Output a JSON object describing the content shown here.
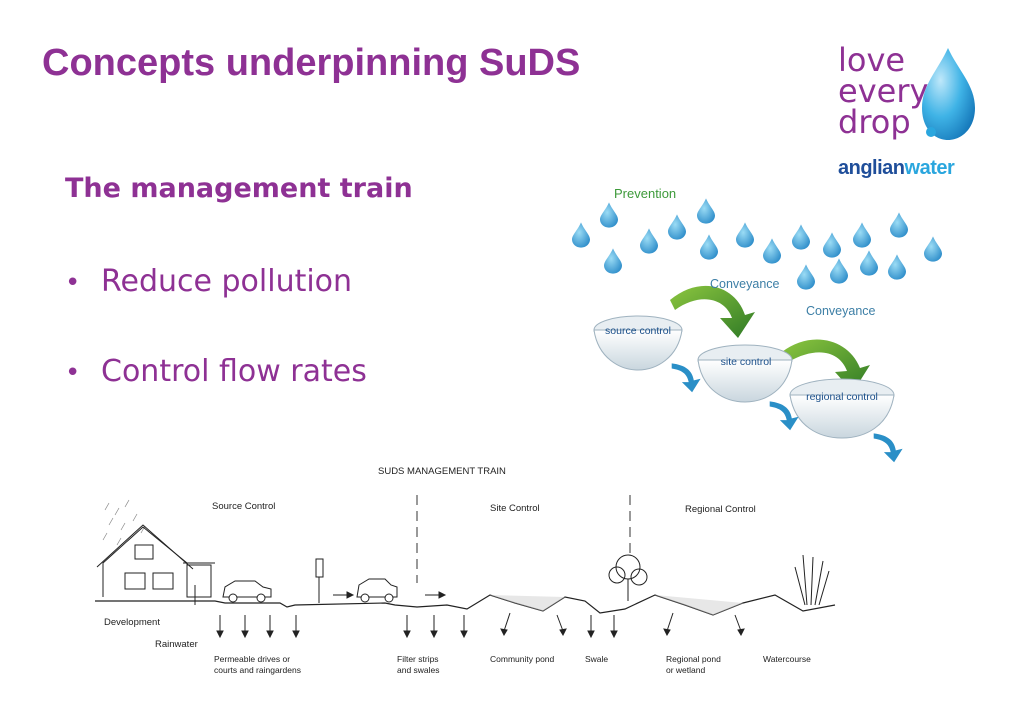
{
  "slide": {
    "title": "Concepts underpinning SuDS",
    "subtitle": "The management train",
    "bullets": [
      "Reduce pollution",
      "Control flow rates"
    ]
  },
  "logo": {
    "lines": [
      "love",
      "every",
      "drop"
    ],
    "brand_part1": "anglian",
    "brand_part2": "water"
  },
  "top_diagram": {
    "prevention": "Prevention",
    "conveyance_1": "Conveyance",
    "conveyance_2": "Conveyance",
    "bowls": [
      "source control",
      "site control",
      "regional control"
    ]
  },
  "bottom_diagram": {
    "title": "SUDS  MANAGEMENT TRAIN",
    "zones": [
      "Source Control",
      "Site Control",
      "Regional Control"
    ],
    "left_labels": [
      "Development",
      "Rainwater"
    ],
    "features": [
      [
        "Permeable drives or",
        "courts and raingardens"
      ],
      [
        "Filter strips",
        "and swales"
      ],
      [
        "Community pond"
      ],
      [
        "Swale"
      ],
      [
        "Regional pond",
        "or wetland"
      ],
      [
        "Watercourse"
      ]
    ]
  },
  "colors": {
    "title_purple": "#8e3194",
    "drop_blue": "#2aa6de",
    "arrow_green": "#3c8a2a",
    "brand_navy": "#1f4e9a"
  }
}
